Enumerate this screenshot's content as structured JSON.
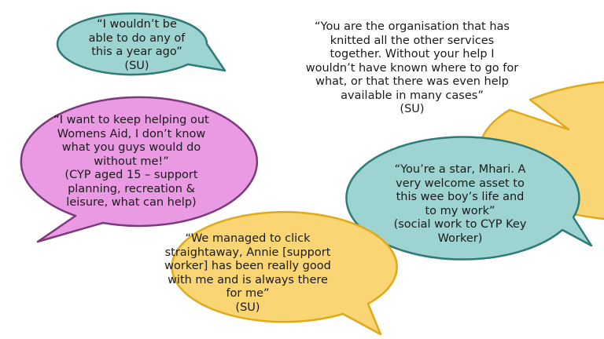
{
  "colors": {
    "teal_fill": "#9dd3d0",
    "teal_stroke": "#2e7b78",
    "yellow_fill": "#f9d574",
    "yellow_stroke": "#e0a918",
    "pink_fill": "#e99ae3",
    "pink_stroke": "#7a3a7b"
  },
  "bubbles": [
    {
      "lines": [
        "“I wouldn’t be",
        "able to do any of",
        "this a year ago”",
        "(SU)"
      ]
    },
    {
      "lines": [
        "“You are the organisation that has",
        "knitted all the other services",
        "together. Without your help I",
        "wouldn’t have known where to go for",
        "what, or that there was even help",
        "available in many cases”",
        "(SU)"
      ]
    },
    {
      "lines": [
        "“I want to keep helping out",
        "Womens Aid, I don’t know",
        "what you guys would do",
        "without me!”",
        "(CYP aged 15 – support",
        "planning, recreation &",
        "leisure, what can help)"
      ]
    },
    {
      "lines": [
        "“You’re a star, Mhari. A",
        "very welcome asset to",
        "this wee boy’s life and",
        "to my work”",
        "(social work to CYP Key",
        "Worker)"
      ]
    },
    {
      "lines": [
        "“We managed to click",
        "straightaway, Annie [support",
        "worker] has been really good",
        "with me and is always there",
        "for me”",
        "(SU)"
      ]
    }
  ]
}
